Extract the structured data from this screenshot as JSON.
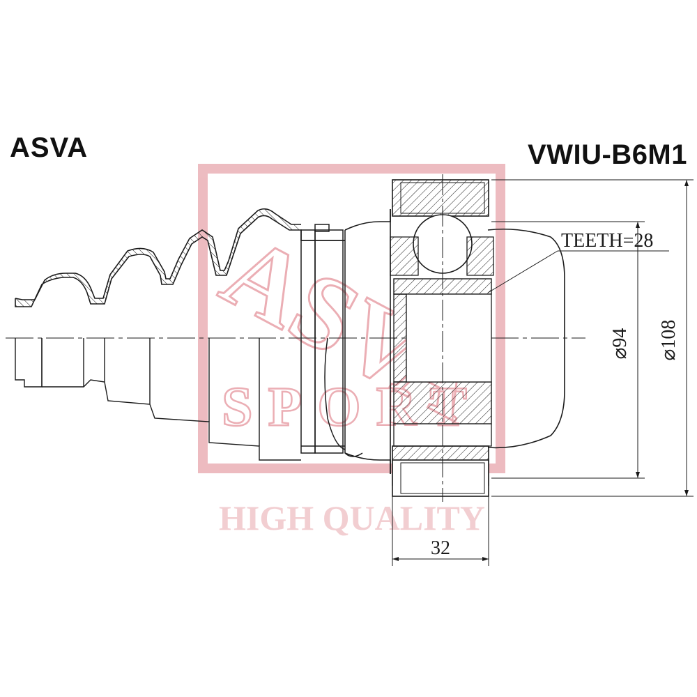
{
  "header": {
    "brand": "ASVA",
    "part_number": "VWIU-B6M1"
  },
  "watermark": {
    "logo_text": "ASVA",
    "sub_text": "SPORT",
    "tagline": "HIGH QUALITY",
    "color": "#e8a0a8"
  },
  "annotations": {
    "teeth": "TEETH=28",
    "inner_diameter": "⌀94",
    "outer_diameter": "⌀108",
    "width": "32"
  },
  "colors": {
    "line": "#1a1a1a",
    "hatch": "#1a1a1a"
  }
}
